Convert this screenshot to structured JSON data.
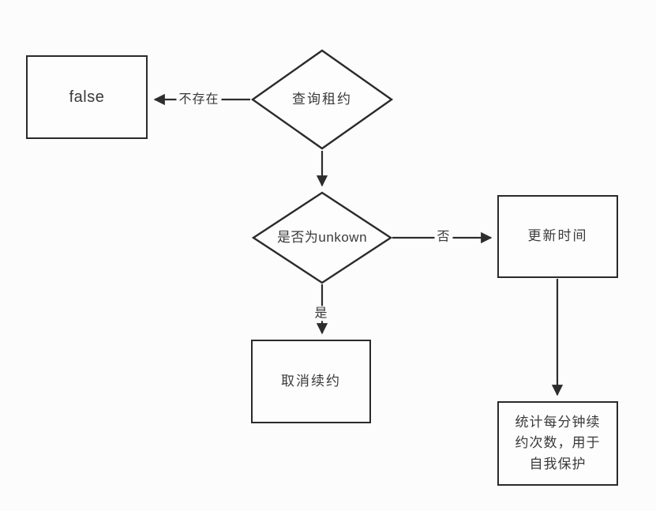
{
  "flowchart": {
    "colors": {
      "background": "#fcfcfc",
      "line": "#2d2d2d",
      "text": "#3a3a3a"
    },
    "nodes": {
      "false_result": {
        "label": "false"
      },
      "query_lease": {
        "label": "查询租约"
      },
      "is_unknown": {
        "label": "是否为unkown"
      },
      "update_time": {
        "label": "更新时间"
      },
      "cancel_renewal": {
        "label": "取消续约"
      },
      "count_renewals": {
        "label": "统计每分钟续\n约次数，用于\n自我保护"
      }
    },
    "edge_labels": {
      "not_exists": "不存在",
      "no": "否",
      "yes": "是"
    }
  }
}
